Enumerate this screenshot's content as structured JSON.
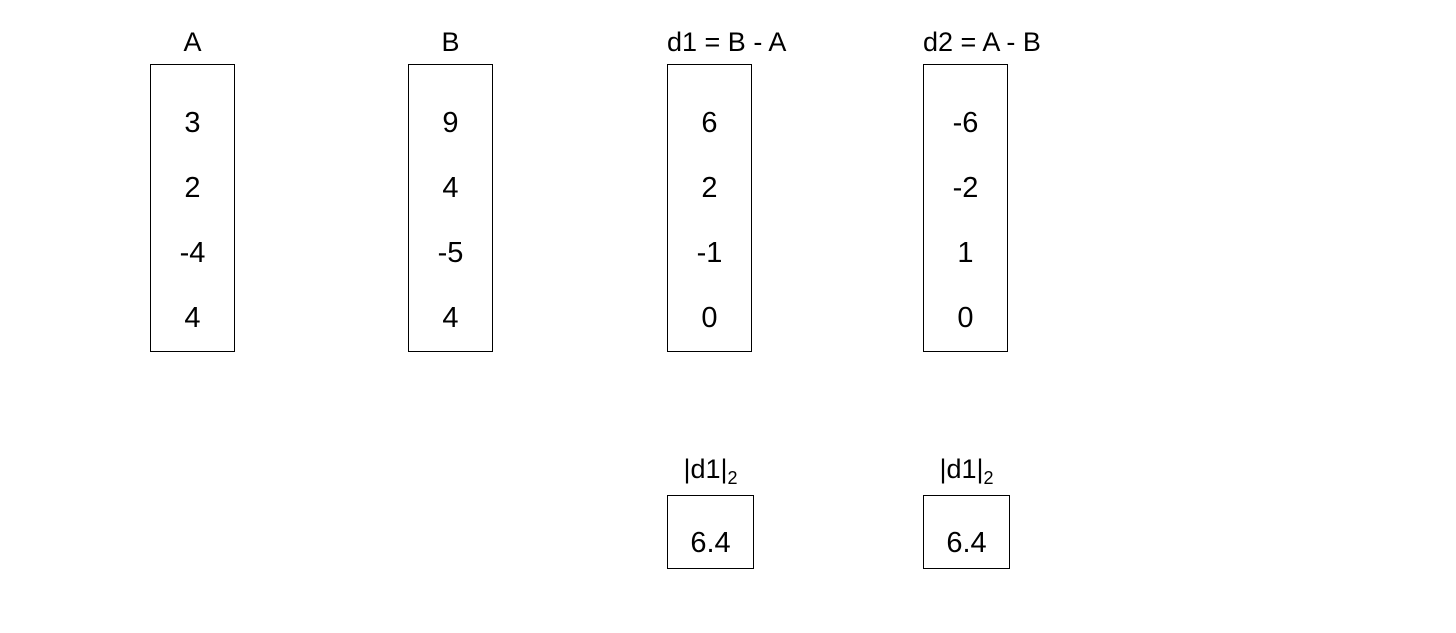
{
  "diagram": {
    "columns": [
      {
        "label": "A",
        "values": [
          "3",
          "2",
          "-4",
          "4"
        ]
      },
      {
        "label": "B",
        "values": [
          "9",
          "4",
          "-5",
          "4"
        ]
      },
      {
        "label": "d1 = B - A",
        "values": [
          "6",
          "2",
          "-1",
          "0"
        ]
      },
      {
        "label": "d2 = A - B",
        "values": [
          "-6",
          "-2",
          "1",
          "0"
        ]
      }
    ],
    "norms": [
      {
        "label_base": "|d1|",
        "label_sub": "2",
        "value": "6.4"
      },
      {
        "label_base": "|d1|",
        "label_sub": "2",
        "value": "6.4"
      }
    ],
    "colors": {
      "background": "#ffffff",
      "text": "#000000",
      "border": "#000000"
    }
  }
}
